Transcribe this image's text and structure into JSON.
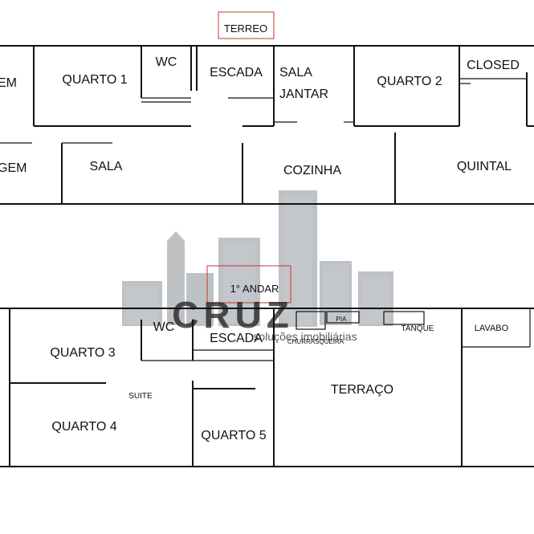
{
  "floors": [
    {
      "title": "TERREO",
      "rooms": [
        {
          "id": "gem-top",
          "label": "EM"
        },
        {
          "id": "quarto-1",
          "label": "QUARTO 1"
        },
        {
          "id": "wc-top",
          "label": "WC"
        },
        {
          "id": "escada-top",
          "label": "ESCADA"
        },
        {
          "id": "sala-jantar",
          "label_lines": [
            "SALA",
            "JANTAR"
          ]
        },
        {
          "id": "quarto-2",
          "label": "QUARTO 2"
        },
        {
          "id": "closed",
          "label": "CLOSED"
        },
        {
          "id": "gem-bottom",
          "label": "GEM"
        },
        {
          "id": "sala",
          "label": "SALA"
        },
        {
          "id": "cozinha",
          "label": "COZINHA"
        },
        {
          "id": "quintal",
          "label": "QUINTAL"
        }
      ]
    },
    {
      "title": "1° ANDAR",
      "rooms": [
        {
          "id": "wc-bottom",
          "label": "WC"
        },
        {
          "id": "escada-bottom",
          "label": "ESCADA"
        },
        {
          "id": "churrasqueira",
          "label": "CHURRASQUEIRA"
        },
        {
          "id": "pia",
          "label": "PIA"
        },
        {
          "id": "tanque",
          "label": "TANQUE"
        },
        {
          "id": "lavabo",
          "label": "LAVABO"
        },
        {
          "id": "quarto-3",
          "label": "QUARTO 3"
        },
        {
          "id": "suite",
          "label": "SUITE"
        },
        {
          "id": "quarto-4",
          "label": "QUARTO 4"
        },
        {
          "id": "quarto-5",
          "label": "QUARTO 5"
        },
        {
          "id": "terraco",
          "label": "TERRAÇO"
        }
      ]
    }
  ],
  "watermark": {
    "brand": "CRUZ",
    "tagline": "soluções imobiliárias"
  }
}
